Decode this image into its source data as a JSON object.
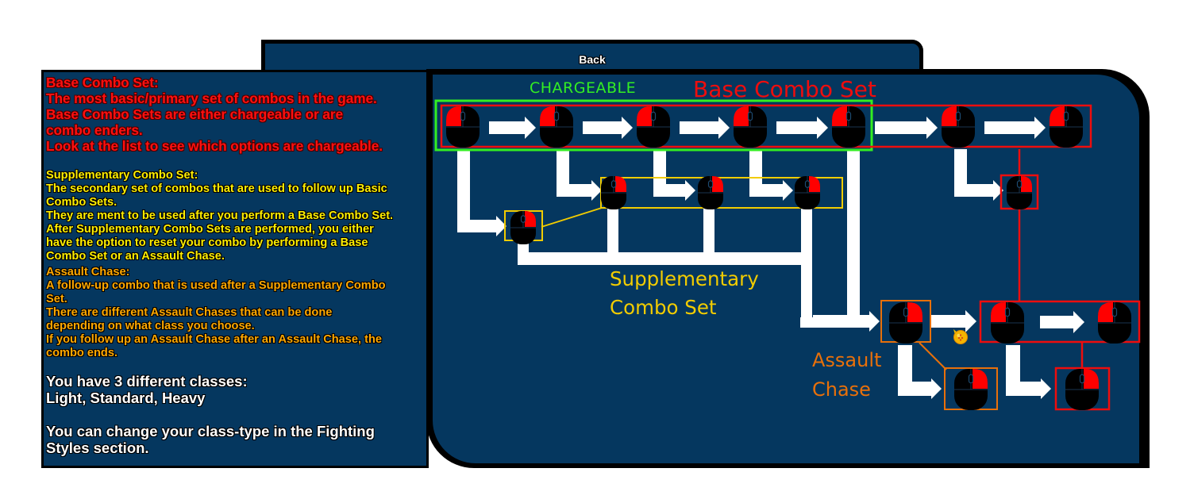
{
  "header": {
    "back_label": "Back"
  },
  "info_panel": {
    "base_combo": {
      "color": "#ff1010",
      "lines": [
        "Base Combo Set:",
        "The most basic/primary set of combos in the game.",
        "Base Combo Sets are either chargeable or are",
        "combo enders.",
        "Look at the list to see which options are chargeable."
      ]
    },
    "supplementary_combo": {
      "color": "#ffee00",
      "lines": [
        "Supplementary Combo Set:",
        "The secondary set of combos that are used to follow up Basic",
        "Combo Sets.",
        "They are ment to be used after you perform a Base Combo Set.",
        "After Supplementary Combo Sets are performed, you either",
        "have the option to reset your combo by performing a Base",
        "Combo Set or an Assault Chase."
      ]
    },
    "assault_chase": {
      "color": "#ffa800",
      "lines": [
        "Assault Chase:",
        "A follow-up combo that is used after a Supplementary Combo",
        "Set.",
        "There are different Assault Chases that can be done",
        "depending on what class you choose.",
        "If you follow up an Assault Chase after an Assault Chase, the",
        "combo ends."
      ]
    },
    "classes": {
      "lines": [
        "You have 3 different classes:",
        "Light, Standard, Heavy"
      ]
    },
    "change_class": {
      "lines": [
        "You can change your class-type in the Fighting",
        "Styles section."
      ]
    }
  },
  "diagram": {
    "labels": {
      "chargeable": "CHARGEABLE",
      "base_combo_set": "Base Combo Set",
      "supplementary_line1": "Supplementary",
      "supplementary_line2": "Combo Set",
      "assault_line1": "Assault",
      "assault_line2": "Chase"
    },
    "colors": {
      "background": "#05375f",
      "chargeable": "#33ee22",
      "base": "#ee0d0d",
      "supplementary": "#f2cc00",
      "assault": "#e8700a",
      "arrow": "#ffffff"
    },
    "base_row": {
      "inputs": [
        "left-click",
        "left-click",
        "left-click",
        "left-click",
        "left-click",
        "left-click",
        "left-click"
      ],
      "chargeable_count": 5
    },
    "supplementary_inputs": [
      "right-click",
      "right-click",
      "right-click",
      "right-click"
    ],
    "base_branch_input": "right-click",
    "assault_inputs": [
      "right-click",
      "right-click"
    ],
    "ender_inputs": [
      "left-click",
      "left-click",
      "right-click"
    ],
    "cursor_icon": "dragon-ball-cursor"
  }
}
